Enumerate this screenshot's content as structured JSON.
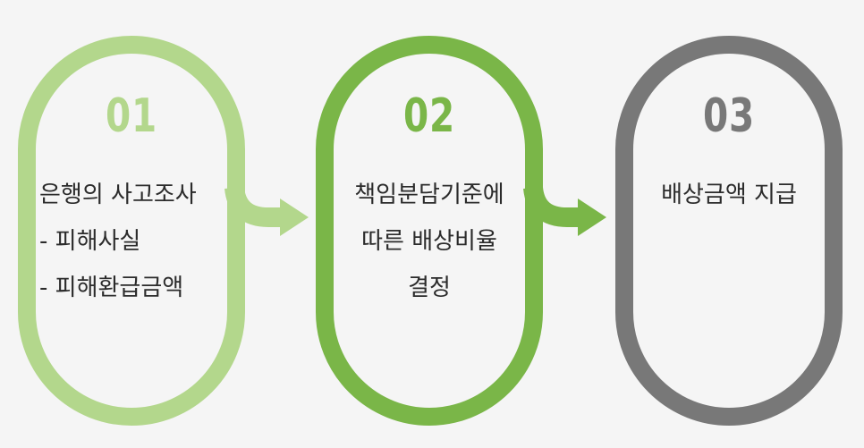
{
  "colors": {
    "background": "#f5f5f5",
    "step1": "#b3d78c",
    "step2": "#7ab648",
    "step3": "#787878",
    "text": "#2b2b2b"
  },
  "steps": [
    {
      "number": "01",
      "lines": [
        "은행의 사고조사",
        "- 피해사실",
        "- 피해환급금액"
      ]
    },
    {
      "number": "02",
      "lines": [
        "책임분담기준에",
        "따른 배상비율",
        "결정"
      ]
    },
    {
      "number": "03",
      "lines": [
        "배상금액 지급"
      ]
    }
  ]
}
